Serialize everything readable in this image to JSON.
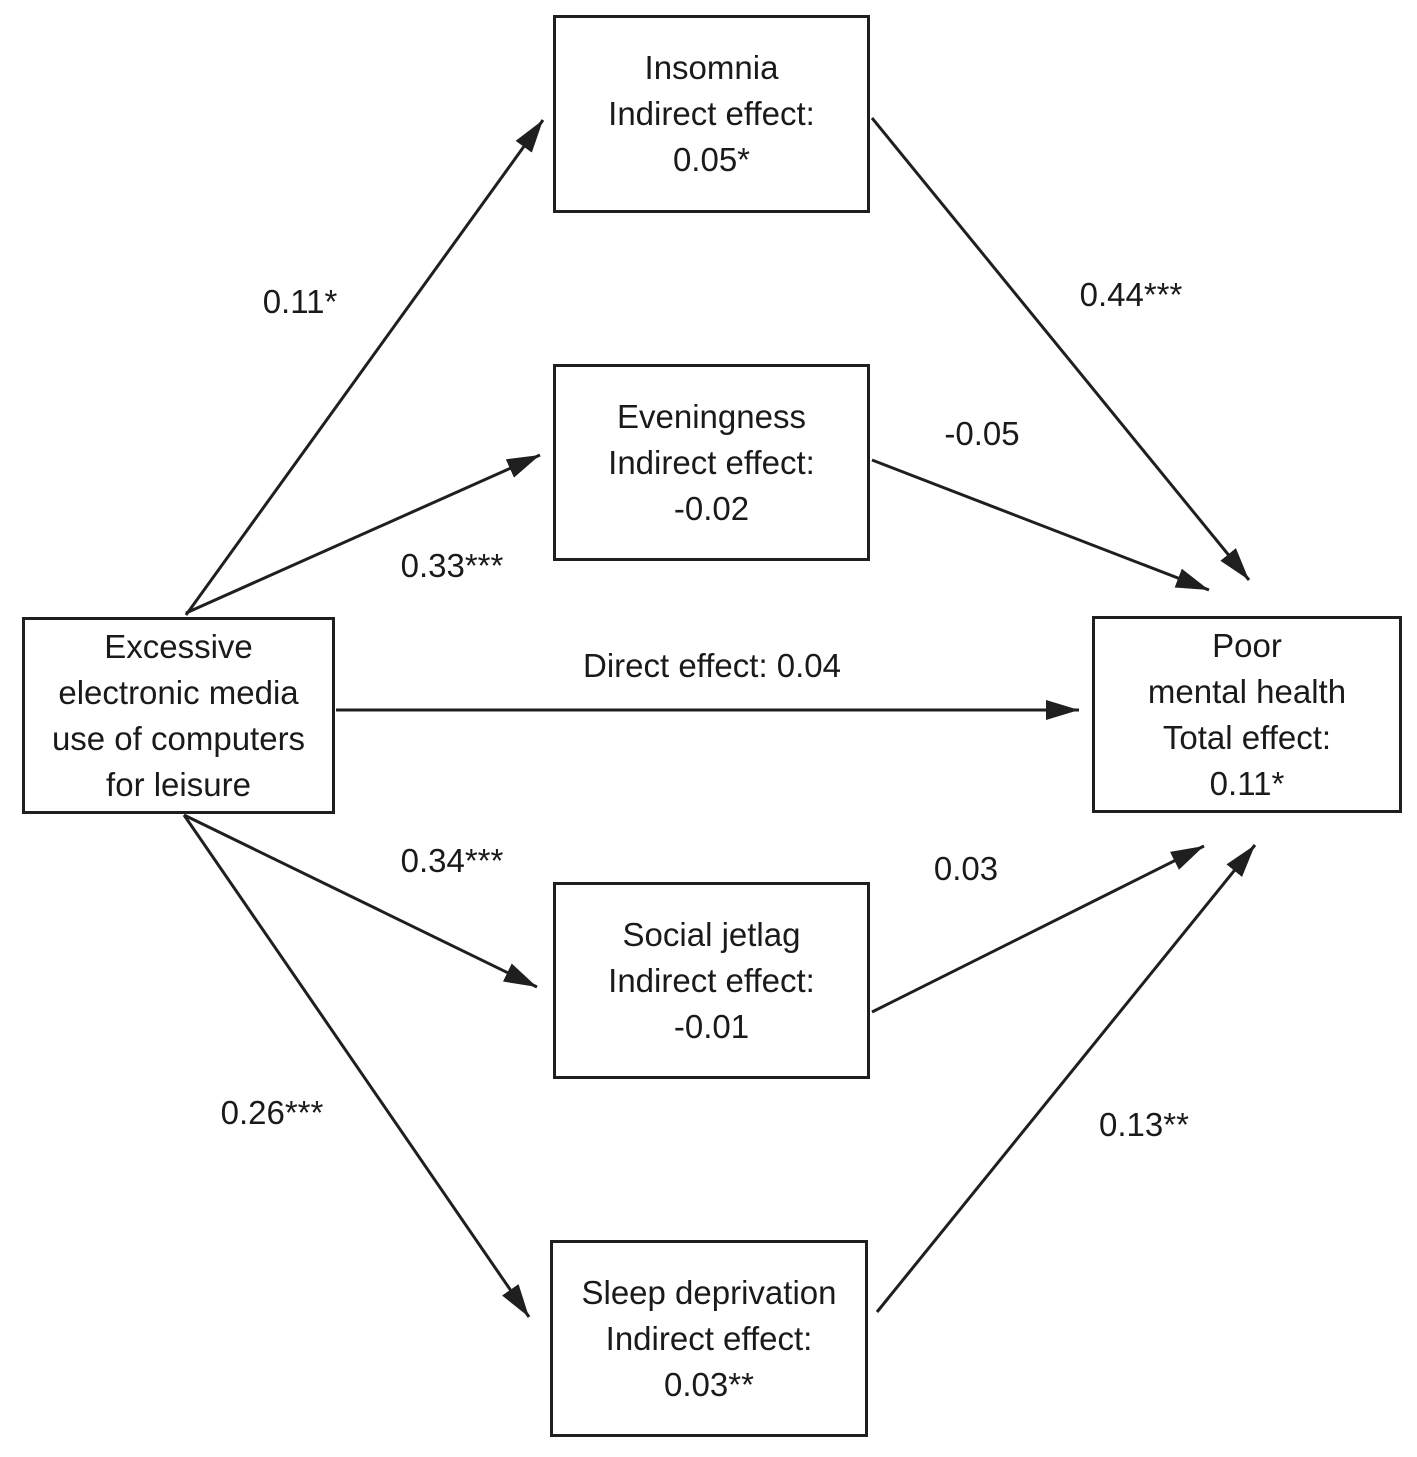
{
  "colors": {
    "background": "#ffffff",
    "line": "#1f1f1f",
    "text": "#1a1a1a"
  },
  "nodes": {
    "source": {
      "lines": [
        "Excessive",
        "electronic media",
        "use of computers",
        "for leisure"
      ]
    },
    "insomnia": {
      "lines": [
        "Insomnia",
        "Indirect effect:",
        "0.05*"
      ]
    },
    "eveningness": {
      "lines": [
        "Eveningness",
        "Indirect effect:",
        "-0.02"
      ]
    },
    "social_jetlag": {
      "lines": [
        "Social jetlag",
        "Indirect effect:",
        "-0.01"
      ]
    },
    "sleep_deprivation": {
      "lines": [
        "Sleep deprivation",
        "Indirect effect:",
        "0.03**"
      ]
    },
    "outcome": {
      "lines": [
        "Poor",
        "mental health",
        "Total effect:",
        "0.11*"
      ]
    }
  },
  "edges": {
    "source_to_insomnia": {
      "from": "source",
      "to": "insomnia",
      "label": "0.11*"
    },
    "source_to_eveningness": {
      "from": "source",
      "to": "eveningness",
      "label": "0.33***"
    },
    "source_to_outcome": {
      "from": "source",
      "to": "outcome",
      "label": "Direct effect: 0.04"
    },
    "source_to_social_jetlag": {
      "from": "source",
      "to": "social_jetlag",
      "label": "0.34***"
    },
    "source_to_sleep_deprivation": {
      "from": "source",
      "to": "sleep_deprivation",
      "label": "0.26***"
    },
    "insomnia_to_outcome": {
      "from": "insomnia",
      "to": "outcome",
      "label": "0.44***"
    },
    "eveningness_to_outcome": {
      "from": "eveningness",
      "to": "outcome",
      "label": "-0.05"
    },
    "social_jetlag_to_outcome": {
      "from": "social_jetlag",
      "to": "outcome",
      "label": "0.03"
    },
    "sleep_deprivation_to_outcome": {
      "from": "sleep_deprivation",
      "to": "outcome",
      "label": "0.13**"
    }
  }
}
